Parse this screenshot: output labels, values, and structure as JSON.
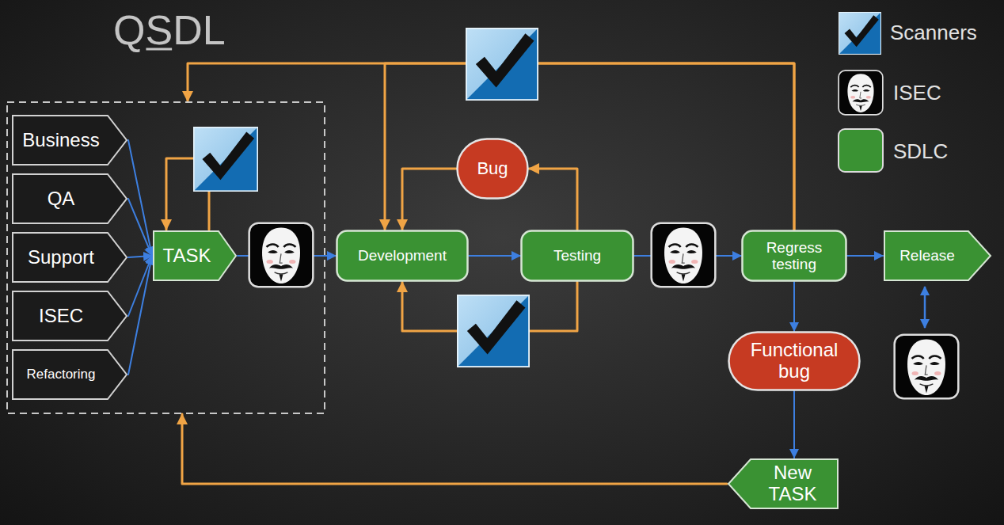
{
  "diagram": {
    "title": "QSDL",
    "nodes": [
      {
        "text": []
      },
      {
        "text": [
          "Business"
        ],
        "in": 0
      },
      {
        "text": [
          "QA"
        ],
        "in": 0
      },
      {
        "text": [
          "Support"
        ],
        "in": 0
      },
      {
        "text": [
          "ISEC"
        ],
        "in": 0
      },
      {
        "text": [
          "Refactoring"
        ],
        "in": 0
      },
      {
        "text": [
          "TASK"
        ],
        "in": 0
      },
      {
        "text": [
          "Bug"
        ]
      },
      {
        "text": [
          "Development"
        ]
      },
      {
        "text": [
          "Testing"
        ]
      },
      {
        "text": [
          "Regress testing"
        ]
      },
      {
        "text": [
          "Release"
        ]
      },
      {
        "text": [
          "Functional bug"
        ]
      },
      {
        "text": [
          "New TASK"
        ]
      }
    ],
    "edges": [
      {
        "from": 1,
        "to": 6,
        "arrow": "to"
      },
      {
        "from": 2,
        "to": 6,
        "arrow": "to"
      },
      {
        "from": 3,
        "to": 6,
        "arrow": "to"
      },
      {
        "from": 4,
        "to": 6,
        "arrow": "to"
      },
      {
        "from": 5,
        "to": 6,
        "arrow": "to"
      },
      {
        "from": 6,
        "to": 6,
        "arrow": "to"
      },
      {
        "from": 6,
        "to": 8,
        "arrow": "to"
      },
      {
        "from": 8,
        "to": 9,
        "arrow": "to"
      },
      {
        "from": 9,
        "to": 7,
        "arrow": "to"
      },
      {
        "from": 7,
        "to": 8,
        "arrow": "to"
      },
      {
        "from": 9,
        "to": 8,
        "arrow": "to"
      },
      {
        "from": 9,
        "to": 10,
        "arrow": "to"
      },
      {
        "from": 10,
        "to": 11,
        "arrow": "to"
      },
      {
        "from": 10,
        "to": 8,
        "arrow": "to"
      },
      {
        "from": 10,
        "to": 0,
        "arrow": "to"
      },
      {
        "from": 10,
        "to": 12,
        "arrow": "to"
      },
      {
        "from": 12,
        "to": 13,
        "arrow": "to"
      },
      {
        "from": 13,
        "to": 0,
        "arrow": "to"
      }
    ],
    "legend": [
      {
        "text": "Scanners"
      },
      {
        "text": "ISEC"
      },
      {
        "text": "SDLC",
        "color": "#3a9233"
      }
    ]
  }
}
